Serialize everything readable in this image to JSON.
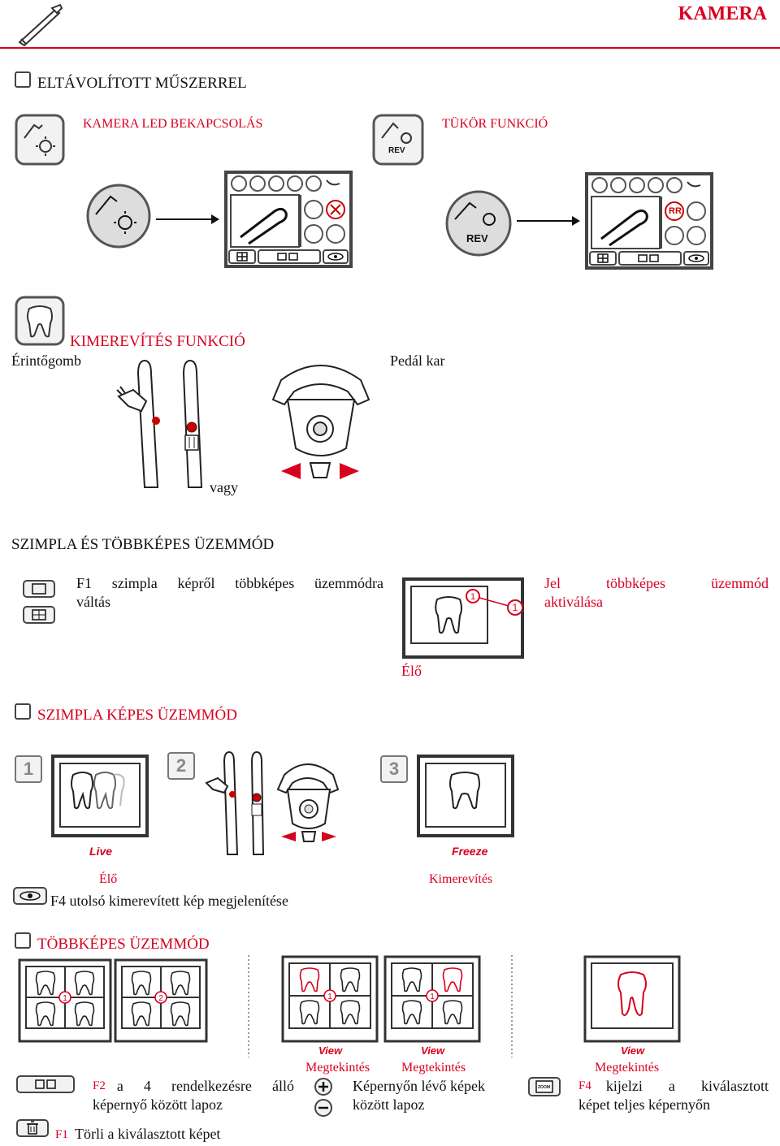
{
  "header": {
    "title": "KAMERA"
  },
  "removed_instrument": {
    "heading": "ELTÁVOLÍTOTT MŰSZERREL"
  },
  "led": {
    "label": "KAMERA LED BEKAPCSOLÁS"
  },
  "mirror": {
    "label": "TÜKÖR FUNKCIÓ",
    "icon_text": "REV",
    "big_icon_text": "REV",
    "screen_badge": "RR"
  },
  "freeze_function": {
    "title": "KIMEREVÍTÉS FUNKCIÓ",
    "touch": "Érintőgomb",
    "pedal": "Pedál kar",
    "or": "vagy"
  },
  "modes": {
    "title": "SZIMPLA ÉS TÖBBKÉPES ÜZEMMÓD",
    "f1_line1": "F1 szimpla képről többképes üzemmódra",
    "f1_line2": "váltás",
    "jel_line1": "Jel többképes üzemmód",
    "jel_line2": "aktiválása",
    "live": "Élő"
  },
  "single": {
    "heading": "SZIMPLA KÉPES ÜZEMMÓD",
    "step1": "1",
    "step2": "2",
    "step3": "3",
    "live_script": "Live",
    "freeze_script": "Freeze",
    "live": "Élő",
    "freeze": "Kimerevítés",
    "f4": "F4 utolsó kimerevített kép megjelenítése"
  },
  "multi": {
    "heading": "TÖBBKÉPES ÜZEMMÓD",
    "view_script": "View",
    "view_label": "Megtekintés",
    "f2_key": "F2",
    "f2_line1": "a 4 rendelkezésre álló",
    "f2_line2": "képernyő között lapoz",
    "nav_line1": "Képernyőn lévő képek",
    "nav_line2": "között lapoz",
    "f4_key": "F4",
    "f4_line1": "kijelzi a kiválasztott",
    "f4_line2": "képet teljes képernyőn",
    "f1_key": "F1",
    "f1_text": "Törli a kiválasztott képet",
    "zoom_icon_text": "ZOOM"
  },
  "colors": {
    "accent": "#d8001f"
  }
}
